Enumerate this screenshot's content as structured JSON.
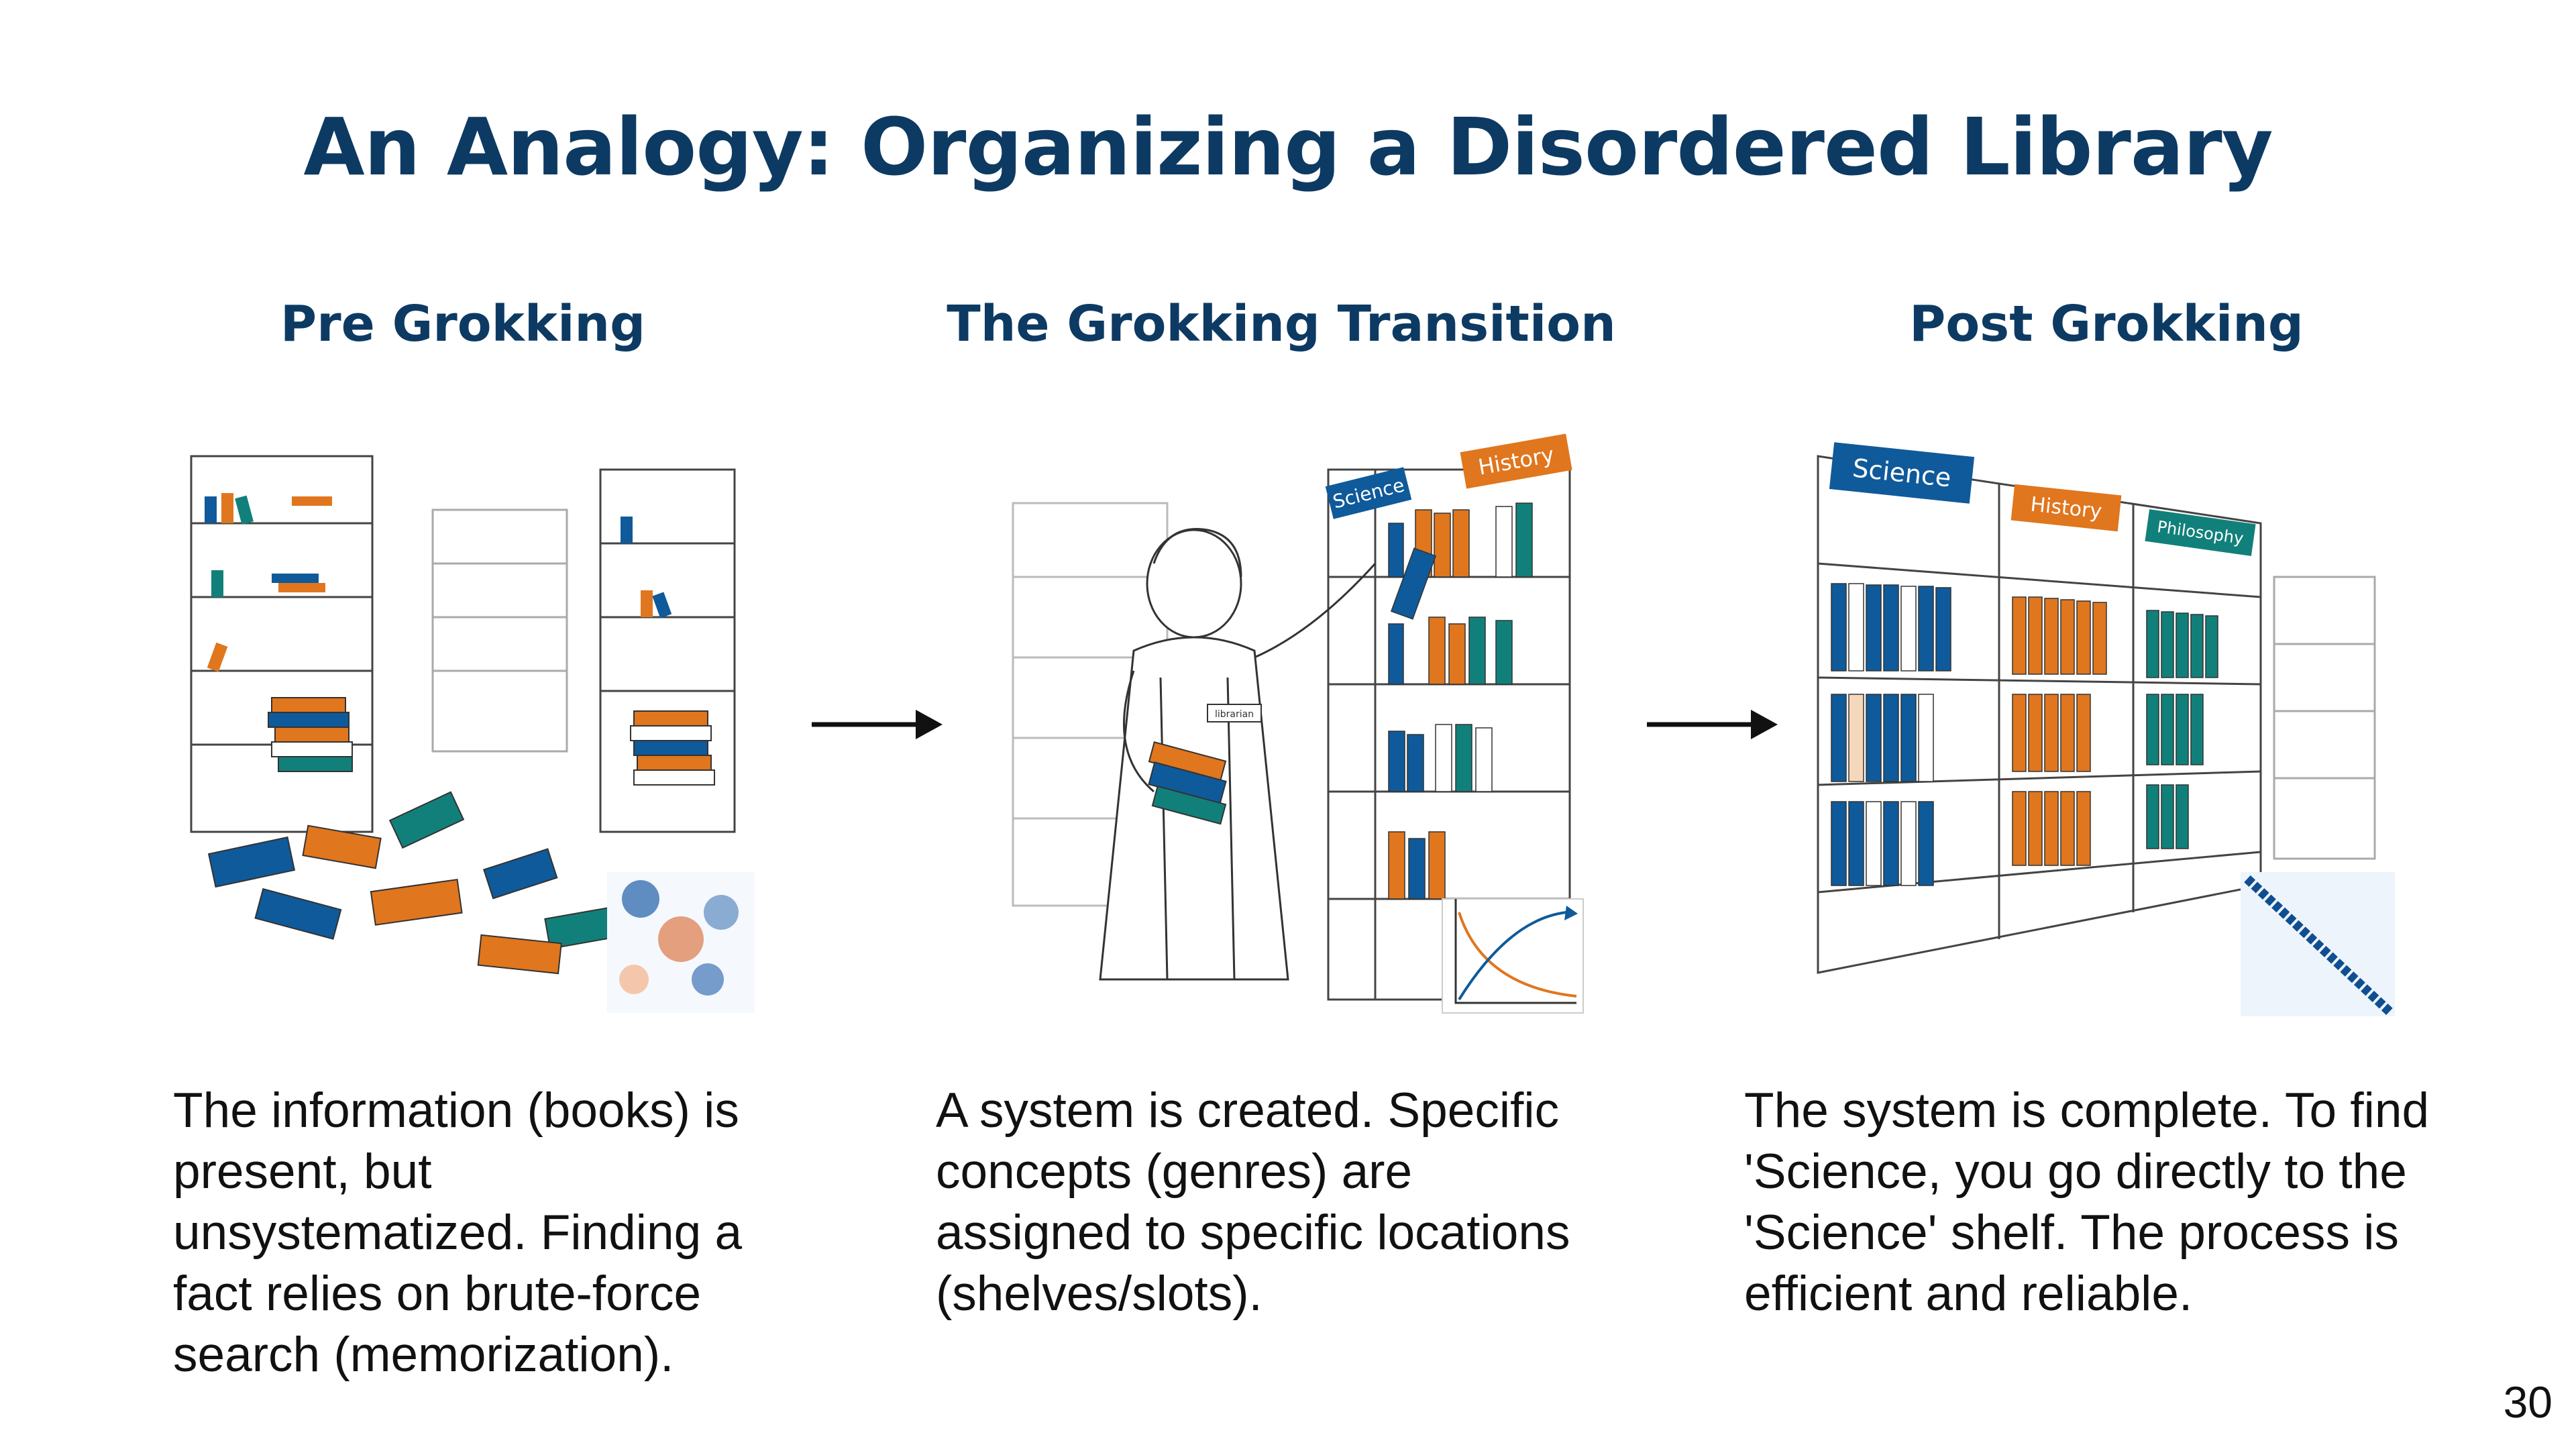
{
  "slide": {
    "title": "An Analogy: Organizing a Disordered Library",
    "page_number": "30"
  },
  "columns": [
    {
      "heading": "Pre Grokking",
      "description": "The information (books) is present, but unsystematized. Finding a fact relies on brute-force search (memorization)."
    },
    {
      "heading": "The Grokking Transition",
      "description": "A system is created. Specific concepts (genres) are assigned to specific locations (shelves/slots).",
      "shelf_signs": [
        "Science",
        "History"
      ],
      "badge_label": "librarian"
    },
    {
      "heading": "Post Grokking",
      "description": "The system is complete. To find 'Science, you go directly to the 'Science' shelf. The process is efficient and reliable.",
      "shelf_signs": [
        "Science",
        "History",
        "Philosophy"
      ]
    }
  ],
  "colors": {
    "title": "#0d3a63",
    "book_blue": "#0f5a9a",
    "book_orange": "#e0761e",
    "book_teal": "#12807a",
    "line_art": "#555555"
  }
}
